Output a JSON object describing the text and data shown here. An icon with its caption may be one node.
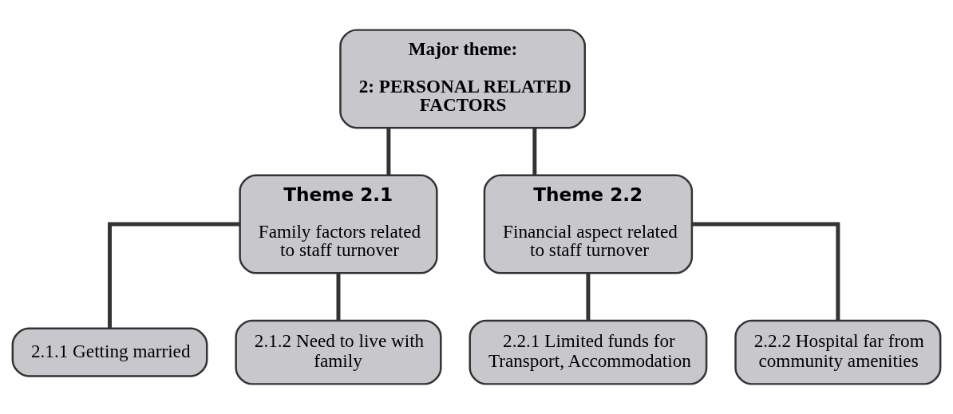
{
  "diagram": {
    "nodes": [
      {
        "text": [
          "Major theme:",
          "2: PERSONAL RELATED FACTORS"
        ]
      },
      {
        "text": [
          "Theme 2.1",
          "Family factors related to staff turnover"
        ]
      },
      {
        "text": [
          "Theme 2.2",
          "Financial aspect related to staff turnover"
        ]
      },
      {
        "text": [
          "2.1.1 Getting married"
        ]
      },
      {
        "text": [
          "2.1.2 Need to live with family"
        ]
      },
      {
        "text": [
          "2.2.1 Limited funds for Transport, Accommodation"
        ]
      },
      {
        "text": [
          "2.2.2 Hospital far from community amenities"
        ]
      }
    ],
    "edges": [
      {
        "from": 0,
        "to": 1,
        "arrow": "none"
      },
      {
        "from": 0,
        "to": 2,
        "arrow": "none"
      },
      {
        "from": 1,
        "to": 3,
        "arrow": "none"
      },
      {
        "from": 1,
        "to": 4,
        "arrow": "none"
      },
      {
        "from": 2,
        "to": 5,
        "arrow": "none"
      },
      {
        "from": 2,
        "to": 6,
        "arrow": "none"
      }
    ]
  }
}
